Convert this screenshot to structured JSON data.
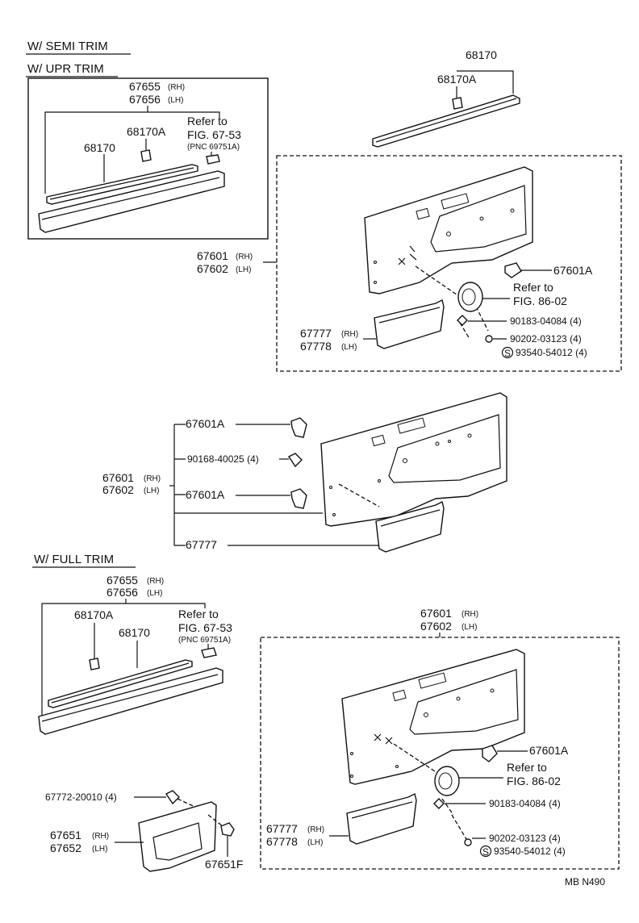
{
  "sections": {
    "semi_trim": "W/ SEMI TRIM",
    "upr_trim": "W/ UPR TRIM",
    "full_trim": "W/ FULL TRIM"
  },
  "upr_trim_box": {
    "p67655": "67655",
    "p67656": "67656",
    "p68170a": "68170A",
    "p68170": "68170",
    "refer": "Refer to",
    "fig": "FIG. 67-53",
    "pnc": "(PNC 69751A)"
  },
  "top_right": {
    "p68170": "68170",
    "p68170a": "68170A"
  },
  "semi_dashed": {
    "p67601": "67601",
    "p67602": "67602",
    "p67601a": "67601A",
    "refer": "Refer to",
    "fig": "FIG. 86-02",
    "p90183": "90183-04084 (4)",
    "p67777": "67777",
    "p67778": "67778",
    "p90202": "90202-03123 (4)",
    "s_mark": "S",
    "p93540": "93540-54012 (4)"
  },
  "middle": {
    "p67601a_top": "67601A",
    "p90168": "90168-40025 (4)",
    "p67601": "67601",
    "p67602": "67602",
    "p67601a_bottom": "67601A",
    "p67777": "67777"
  },
  "full_trim_left": {
    "p67655": "67655",
    "p67656": "67656",
    "p68170a": "68170A",
    "p68170": "68170",
    "refer": "Refer to",
    "fig": "FIG. 67-53",
    "pnc": "(PNC 69751A)",
    "p67772": "67772-20010 (4)",
    "p67651": "67651",
    "p67652": "67652",
    "p67651f": "67651F"
  },
  "full_dashed": {
    "p67601": "67601",
    "p67602": "67602",
    "p67601a": "67601A",
    "refer": "Refer to",
    "fig": "FIG. 86-02",
    "p90183": "90183-04084 (4)",
    "p67777": "67777",
    "p67778": "67778",
    "p90202": "90202-03123 (4)",
    "s_mark": "S",
    "p93540": "93540-54012 (4)"
  },
  "suffix": {
    "rh": "(RH)",
    "lh": "(LH)"
  },
  "footer": {
    "code": "MB  N490"
  }
}
